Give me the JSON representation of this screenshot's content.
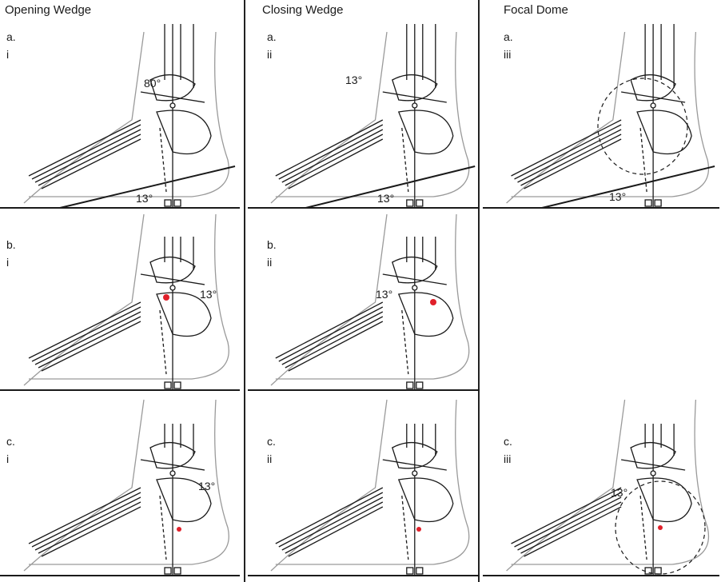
{
  "columns": [
    {
      "title": "Opening Wedge"
    },
    {
      "title": "Closing Wedge"
    },
    {
      "title": "Focal Dome"
    }
  ],
  "panels": [
    {
      "row": "a.",
      "sub": "i",
      "angles": [
        "80°",
        "13°"
      ]
    },
    {
      "row": "a.",
      "sub": "ii",
      "angles": [
        "13°",
        "13°"
      ]
    },
    {
      "row": "a.",
      "sub": "iii",
      "angles": [
        "13°"
      ]
    },
    {
      "row": "b.",
      "sub": "i",
      "angles": [
        "13°"
      ]
    },
    {
      "row": "b.",
      "sub": "ii",
      "angles": [
        "13°"
      ]
    },
    {
      "row": "c.",
      "sub": "i",
      "angles": [
        "13°"
      ]
    },
    {
      "row": "c.",
      "sub": "ii",
      "angles": []
    },
    {
      "row": "c.",
      "sub": "iii",
      "angles": [
        "13°"
      ]
    }
  ],
  "colors": {
    "ink": "#1a1a1a",
    "marker": "#e0202a",
    "background": "#ffffff"
  }
}
